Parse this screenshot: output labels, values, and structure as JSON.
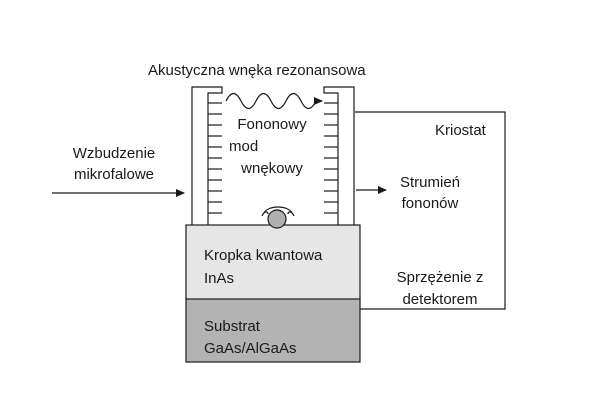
{
  "labels": {
    "cavity_title": "Akustyczna wnęka rezonansowa",
    "mode_line1": "Fononowy",
    "mode_line2": "mod",
    "mode_line3": "wnękowy",
    "excitation_line1": "Wzbudzenie",
    "excitation_line2": "mikrofalowe",
    "cryostat": "Kriostat",
    "phonon_line1": "Strumień",
    "phonon_line2": "fononów",
    "qd_line1": "Kropka kwantowa",
    "qd_line2": "InAs",
    "coupling_line1": "Sprzężenie z",
    "coupling_line2": "detektorem",
    "substrate_line1": "Substrat",
    "substrate_line2": "GaAs/AlGaAs"
  },
  "colors": {
    "stroke": "#1a1a1a",
    "quantum_dot_layer": "#e6e6e6",
    "substrate_layer": "#b3b3b3",
    "dot": "#b0b0b0"
  }
}
